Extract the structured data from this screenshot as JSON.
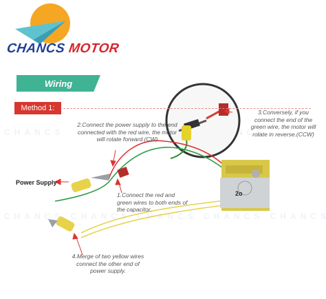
{
  "brand": {
    "logo_text_blue": "CHANCS",
    "logo_text_red": "MOTOR",
    "sun_color": "#f5a623",
    "plane_color": "#5fc3cf"
  },
  "header": {
    "section_label": "Wiring",
    "section_color": "#3fb394",
    "method_label": "Method 1:",
    "method_color": "#d7372e"
  },
  "motor": {
    "marking": "2o"
  },
  "annotations": {
    "step1": [
      "1.Connect the red and",
      "green wires to both ends of",
      "the capacitor."
    ],
    "step2": [
      "2.Connect the power supply to the end",
      "connected with the red wire, the motor",
      "will rotate forward.(CW)"
    ],
    "step3": [
      "3.Conversely, if you",
      "connect the end of the",
      "green wire, the motor will",
      "rotate in reverse.(CCW)"
    ],
    "step4": [
      "4.Merge of two yellow wires",
      "connect the other end of",
      "power supply."
    ],
    "power_supply": "Power Supply"
  },
  "icons": [
    "sun-icon",
    "paper-plane-icon",
    "arrow-icon"
  ]
}
